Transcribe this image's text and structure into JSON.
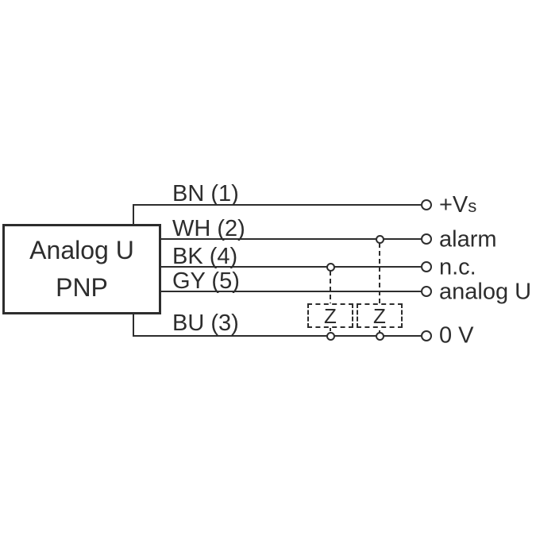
{
  "device": {
    "name_line1": "Analog U",
    "name_line2": "PNP"
  },
  "wires": [
    {
      "label": "BN (1)",
      "terminal": "+Vs",
      "terminal_main": "+V",
      "terminal_sub": "s"
    },
    {
      "label": "WH (2)",
      "terminal": "alarm"
    },
    {
      "label": "BK (4)",
      "terminal": "n.c."
    },
    {
      "label": "GY (5)",
      "terminal": "analog U"
    },
    {
      "label": "BU (3)",
      "terminal": "0 V"
    }
  ],
  "loads": [
    {
      "label": "Z"
    },
    {
      "label": "Z"
    }
  ],
  "colors": {
    "stroke": "#2d2d2d",
    "background": "#ffffff"
  }
}
